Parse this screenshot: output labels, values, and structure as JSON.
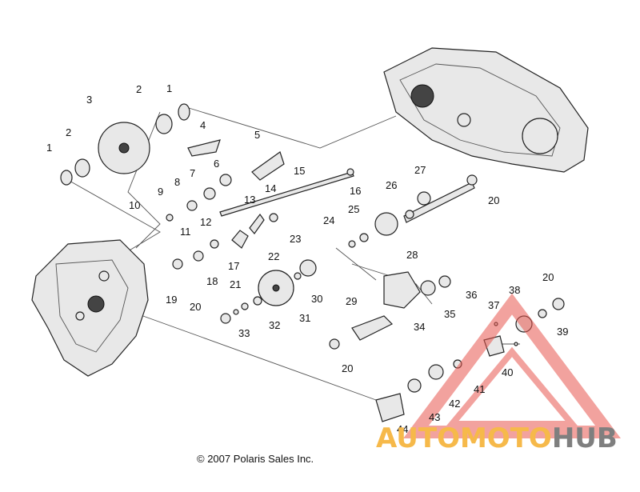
{
  "diagram": {
    "callouts": [
      "1",
      "2",
      "3",
      "1",
      "2",
      "4",
      "5",
      "6",
      "7",
      "8",
      "9",
      "10",
      "11",
      "12",
      "13",
      "14",
      "15",
      "16",
      "17",
      "18",
      "19",
      "20",
      "21",
      "22",
      "23",
      "24",
      "25",
      "26",
      "27",
      "20",
      "28",
      "29",
      "30",
      "31",
      "32",
      "33",
      "34",
      "35",
      "36",
      "37",
      "38",
      "20",
      "39",
      "20",
      "40",
      "41",
      "42",
      "43",
      "44"
    ],
    "copyright": "© 2007 Polaris Sales Inc.",
    "watermark": {
      "part1": "AUTOMOTO",
      "part2": "HUB",
      "accent_color": "#f6b94a",
      "secondary_color": "#7f7f7f",
      "triangle_color": "#e8574f"
    }
  }
}
